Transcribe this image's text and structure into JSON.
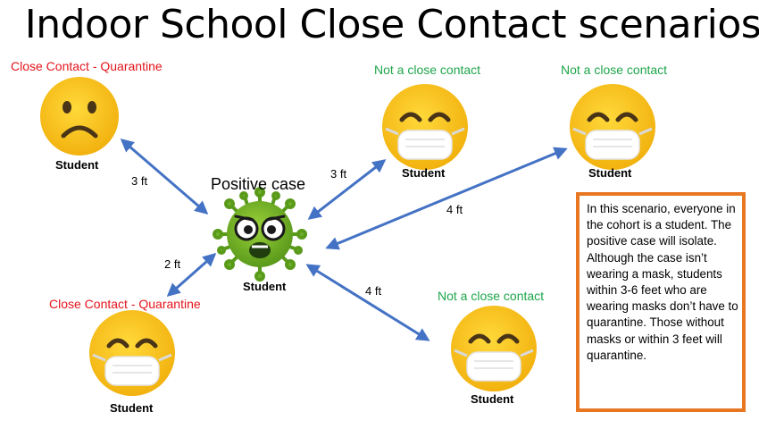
{
  "title": "Indoor School Close Contact scenarios",
  "people": [
    {
      "status": "Close Contact - Quarantine",
      "status_color": "#e3141b",
      "label": "Student",
      "face": "sad-face-icon",
      "masked": false
    },
    {
      "status": "Not a close contact",
      "status_color": "#1ea64a",
      "label": "Student",
      "face": "masked-face-icon",
      "masked": true
    },
    {
      "status": "Not a close contact",
      "status_color": "#1ea64a",
      "label": "Student",
      "face": "masked-face-icon",
      "masked": true
    },
    {
      "status": "Close Contact - Quarantine",
      "status_color": "#e3141b",
      "label": "Student",
      "face": "masked-face-icon",
      "masked": true
    },
    {
      "status": "Not a close contact",
      "status_color": "#1ea64a",
      "label": "Student",
      "face": "masked-face-icon",
      "masked": true
    }
  ],
  "positive_case": {
    "title": "Positive case",
    "label": "Student",
    "icon": "virus-face-icon"
  },
  "distances": [
    "3 ft",
    "3 ft",
    "4 ft",
    "2 ft",
    "4 ft"
  ],
  "note": "In this scenario, everyone in the cohort is a student. The positive case will isolate. Although the case isn’t wearing a mask, students within 3-6 feet who are wearing masks don’t have to quarantine. Those without masks or within 3 feet will quarantine.",
  "colors": {
    "arrow": "#4472c4",
    "note_border": "#e87722",
    "face": "#f7c21b"
  }
}
